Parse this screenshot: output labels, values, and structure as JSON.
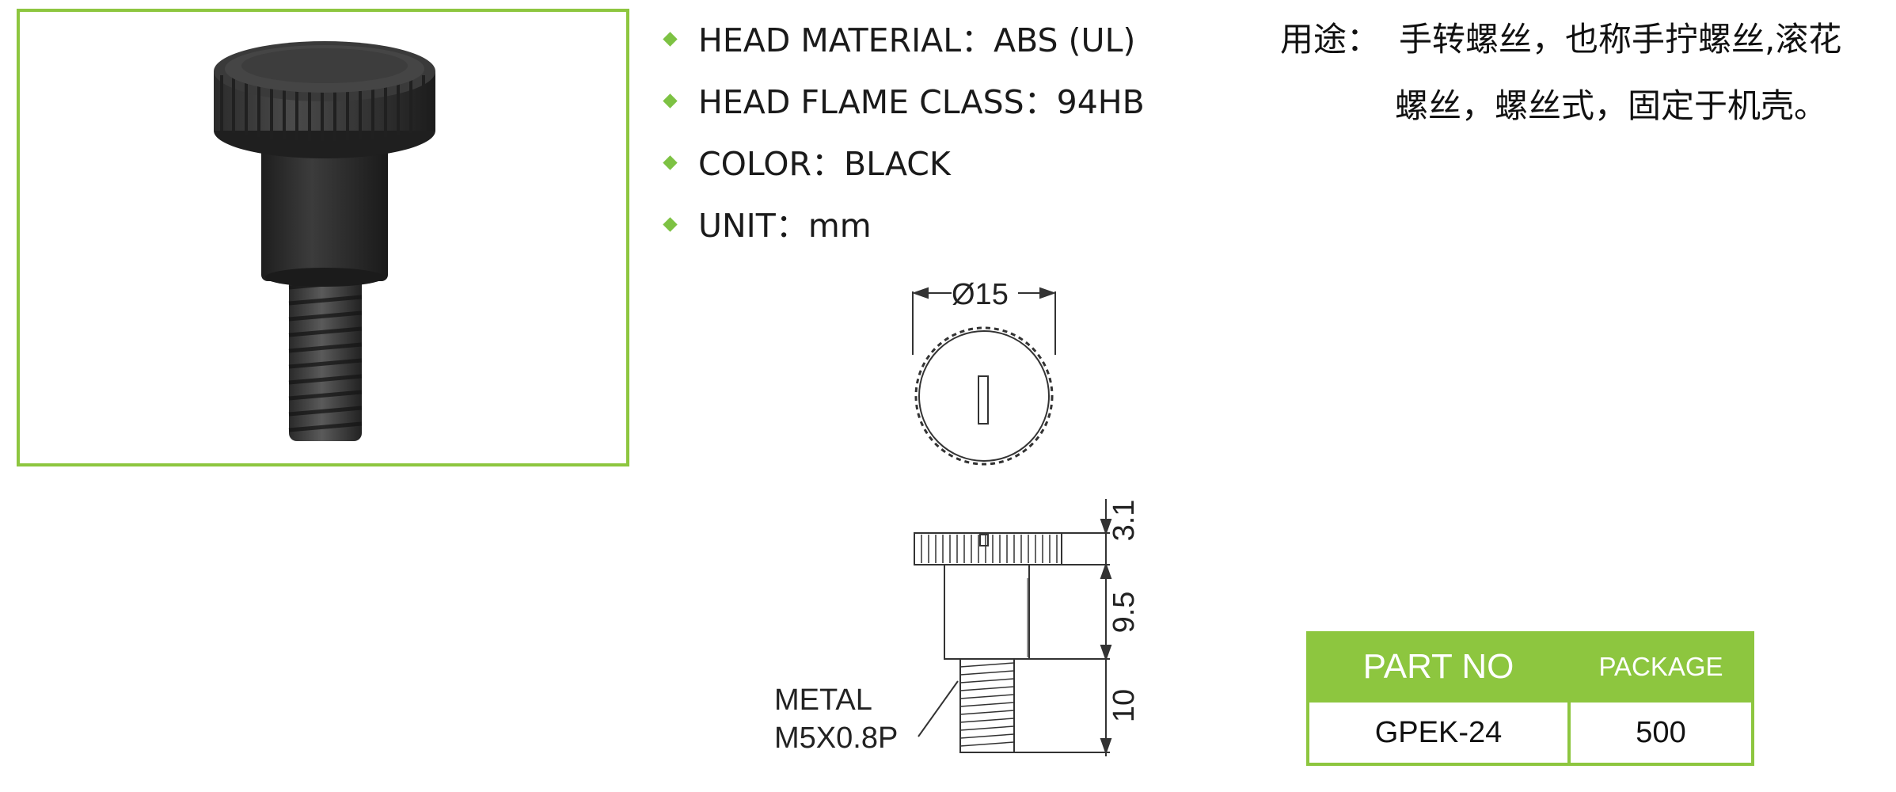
{
  "photo": {
    "alt_icon": "knurled-thumb-screw-photo"
  },
  "specs": [
    {
      "label": "HEAD MATERIAL",
      "sep": "：",
      "value": "ABS (UL)"
    },
    {
      "label": "HEAD FLAME CLASS",
      "sep": "：",
      "value": "94HB"
    },
    {
      "label": "COLOR",
      "sep": "：",
      "value": "BLACK"
    },
    {
      "label": "UNIT",
      "sep": "：",
      "value": "mm"
    }
  ],
  "usage": {
    "label": "用途：",
    "line1": "手转螺丝，也称手拧螺丝,滚花",
    "line2": "螺丝，螺丝式，固定于机壳。"
  },
  "drawing": {
    "diameter": "Ø15",
    "dim_head": "3.1",
    "dim_shoulder": "9.5",
    "dim_thread": "10",
    "metal_label": "METAL",
    "thread_spec": "M5X0.8P"
  },
  "table": {
    "headers": [
      "PART NO",
      "PACKAGE"
    ],
    "row": [
      "GPEK-24",
      "500"
    ]
  },
  "colors": {
    "accent": "#8dc63f",
    "bullet": "#7dc243"
  }
}
